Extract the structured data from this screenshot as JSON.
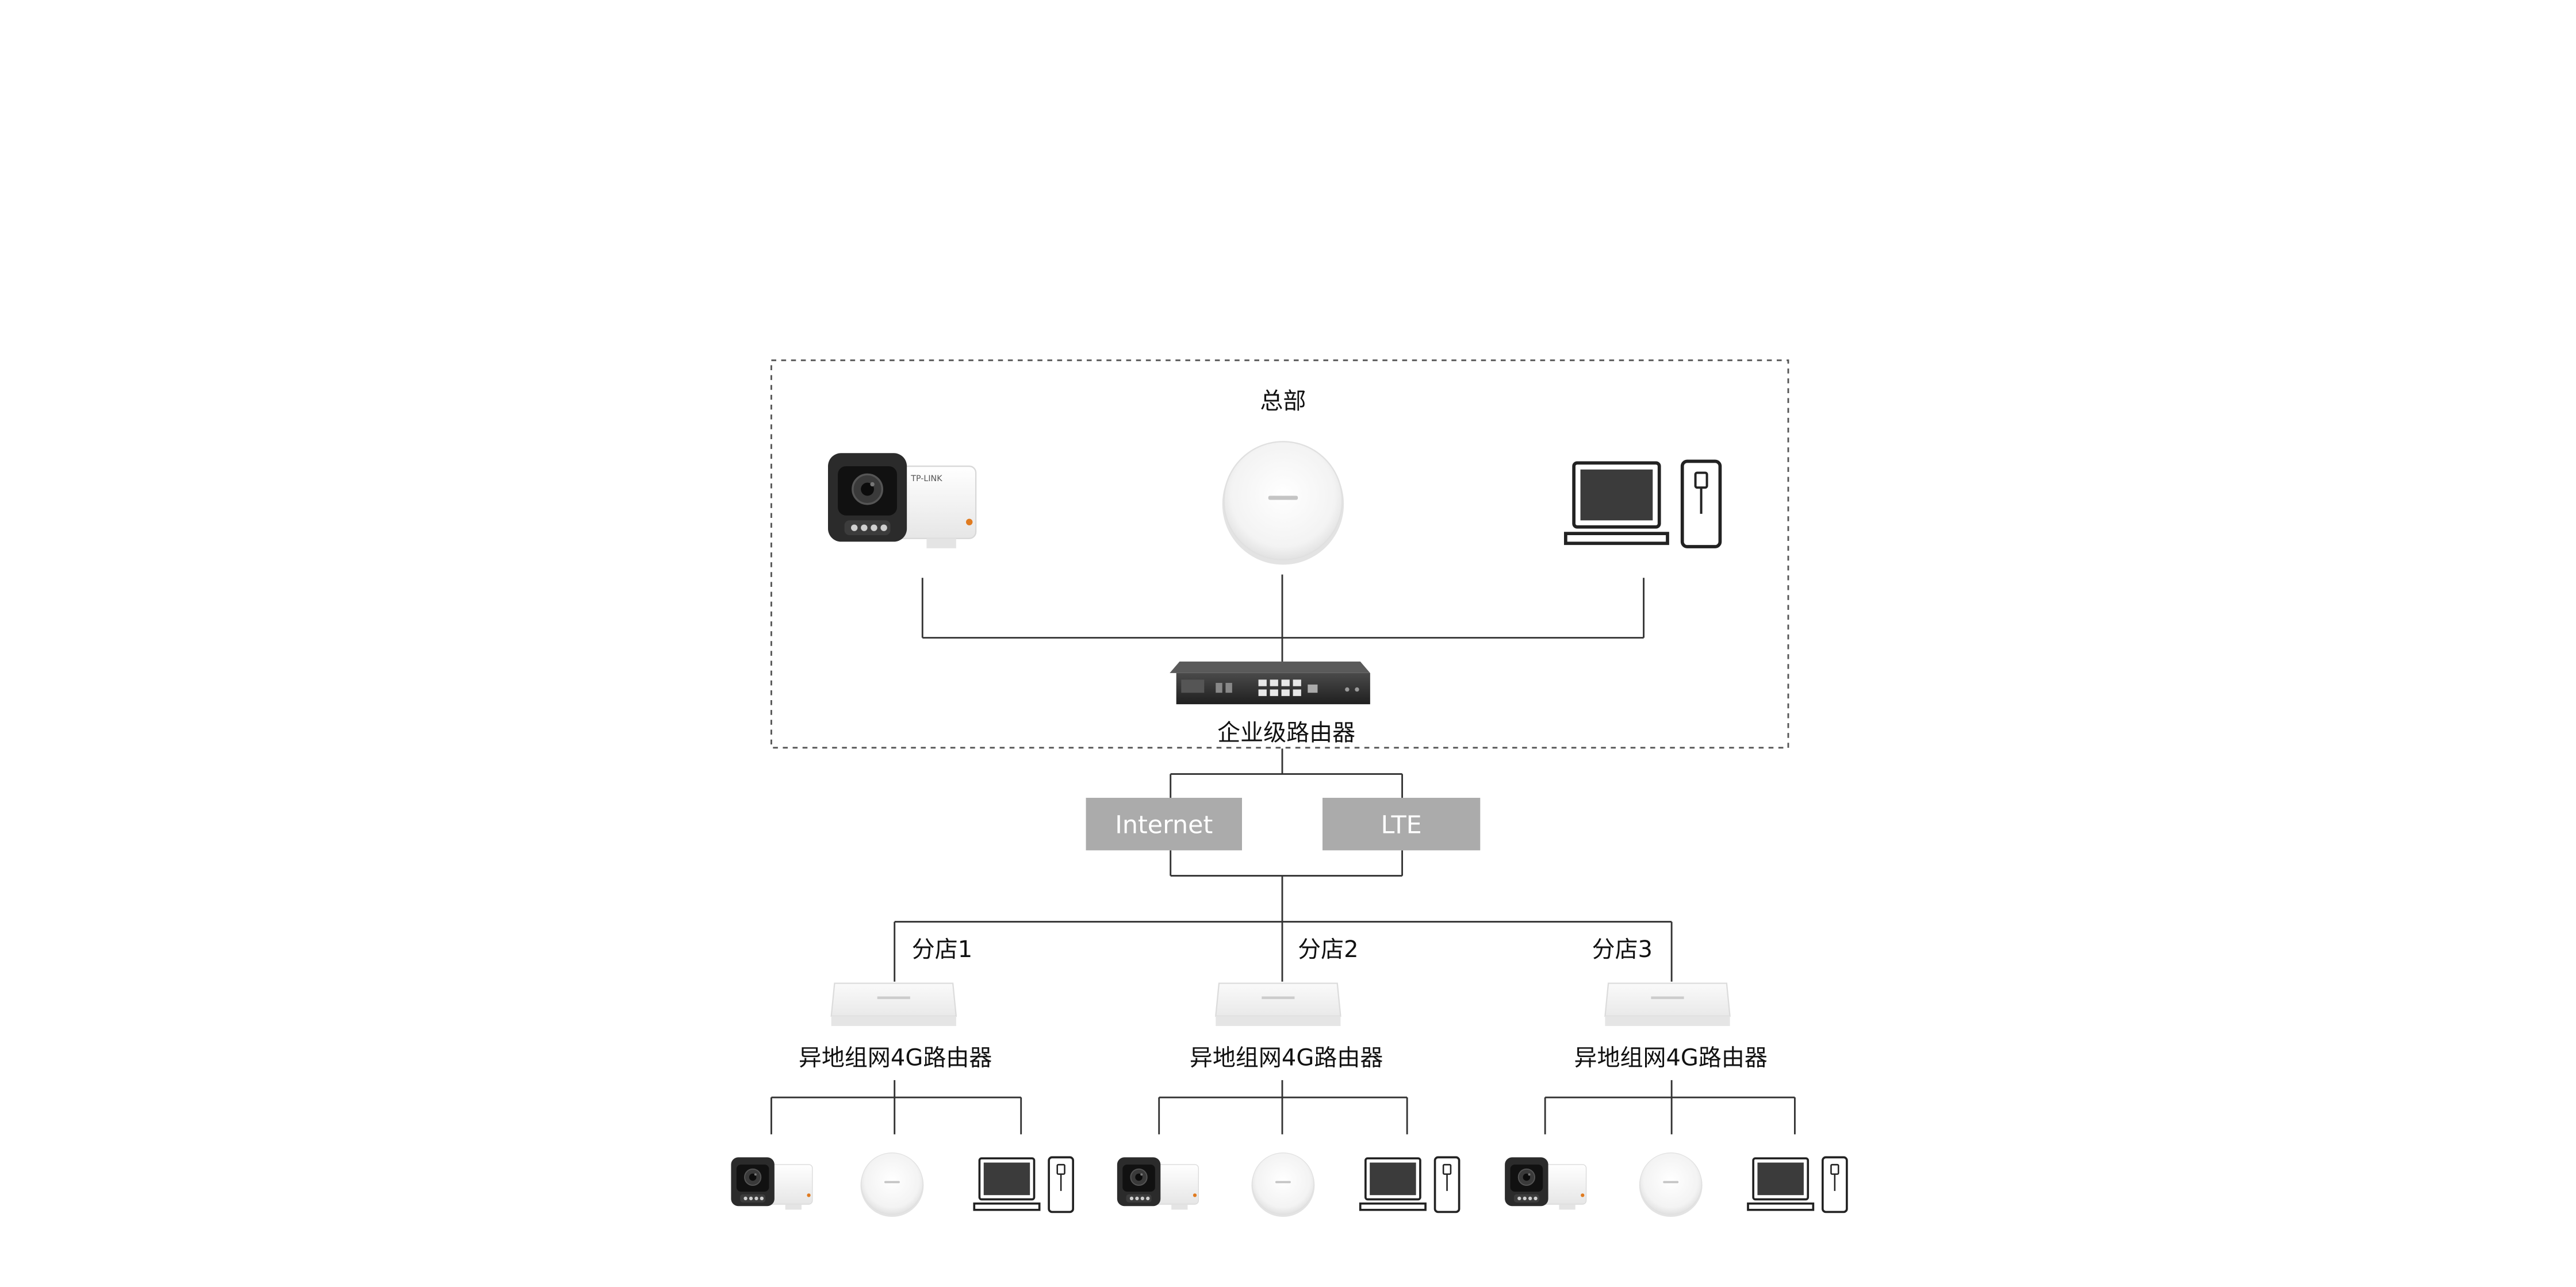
{
  "hq": {
    "label": "总部",
    "router_label": "企业级路由器"
  },
  "wan": {
    "internet_label": "Internet",
    "lte_label": "LTE"
  },
  "branches": [
    {
      "label": "分店1",
      "router_label": "异地组网4G路由器"
    },
    {
      "label": "分店2",
      "router_label": "异地组网4G路由器"
    },
    {
      "label": "分店3",
      "router_label": "异地组网4G路由器"
    }
  ],
  "brand_text": "TP-LINK",
  "colors": {
    "line": "#333333",
    "wan_box": "#ababab",
    "wan_text": "#ffffff",
    "camera_body": "#2b2b2b",
    "device_white": "#f4f4f4",
    "camera_indicator": "#e07b20"
  }
}
